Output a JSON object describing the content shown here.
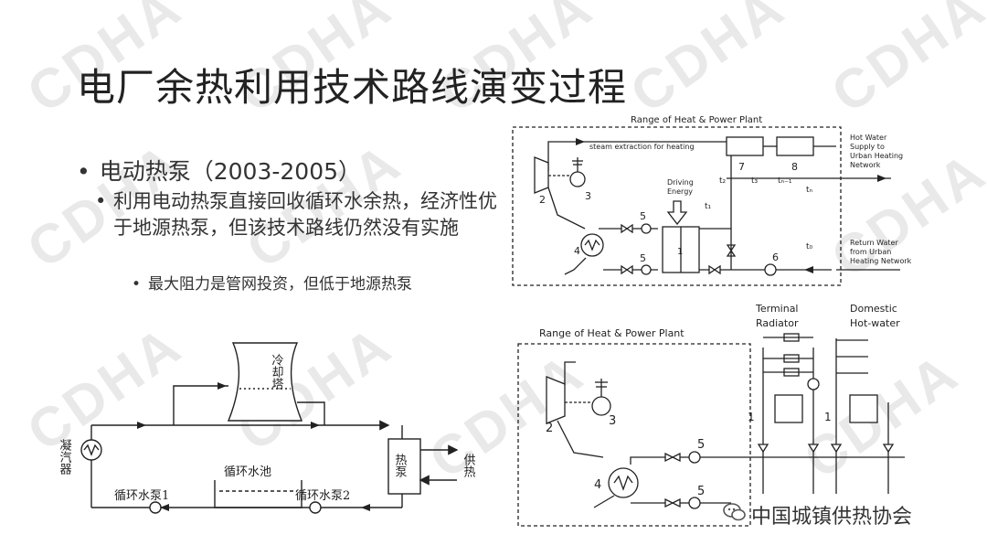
{
  "watermark": "CDHA",
  "title": "电厂余热利用技术路线演变过程",
  "bullets": {
    "level1": "电动热泵（2003-2005）",
    "level2": "利用电动热泵直接回收循环水余热，经济性优于地源热泵，但该技术路线仍然没有实施",
    "level3": "最大阻力是管网投资，但低于地源热泵"
  },
  "left_diagram": {
    "cooling_tower": "冷却塔",
    "condenser": "凝汽器",
    "pool": "循环水池",
    "pump1": "循环水泵1",
    "pump2": "循环水泵2",
    "heat_pump": "热泵",
    "supply": "供热"
  },
  "top_diagram": {
    "range": "Range of  Heat & Power Plant",
    "steam": "steam extraction for heating",
    "driving": "Driving",
    "energy": "Energy",
    "hot_water": [
      "Hot Water",
      "Supply to",
      "Urban Heating",
      "Network"
    ],
    "return_water": [
      "Return Water",
      "from Urban",
      "Heating Network"
    ],
    "labels": [
      "1",
      "2",
      "3",
      "4",
      "5",
      "5",
      "6",
      "7",
      "8"
    ],
    "temps": [
      "t₁",
      "t₂",
      "t₃",
      "tₙ₋₁",
      "tₙ",
      "t₀"
    ]
  },
  "bottom_diagram": {
    "range": "Range of  Heat & Power Plant",
    "terminal": "Terminal",
    "radiator": "Radiator",
    "domestic": "Domestic",
    "hotwater": "Hot-water",
    "labels": [
      "1",
      "1",
      "2",
      "3",
      "4",
      "5",
      "5"
    ]
  },
  "brand": "中国城镇供热协会",
  "brand_icon": "wechat-icon"
}
